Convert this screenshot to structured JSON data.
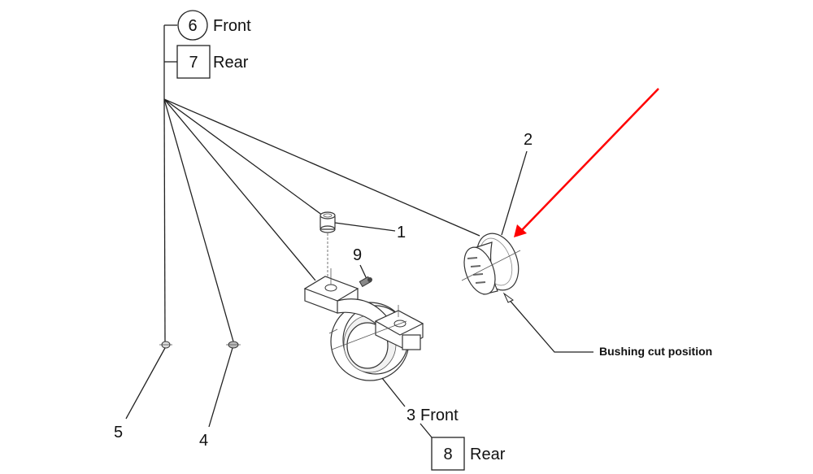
{
  "diagram": {
    "type": "exploded parts diagram",
    "callouts": [
      {
        "id": "6",
        "shape": "circle",
        "label": "Front"
      },
      {
        "id": "7",
        "shape": "square",
        "label": "Rear"
      },
      {
        "id": "1",
        "shape": "none",
        "label": ""
      },
      {
        "id": "2",
        "shape": "none",
        "label": ""
      },
      {
        "id": "9",
        "shape": "none",
        "label": ""
      },
      {
        "id": "3",
        "shape": "none",
        "label": "Front"
      },
      {
        "id": "8",
        "shape": "square",
        "label": "Rear"
      },
      {
        "id": "5",
        "shape": "none",
        "label": ""
      },
      {
        "id": "4",
        "shape": "none",
        "label": ""
      }
    ],
    "annotation": "Bushing cut  position",
    "highlight_color": "#ff0000",
    "parts": [
      "bushing-sleeve",
      "flanged-bushing",
      "connecting-rod-cap",
      "bolt",
      "nut-left",
      "nut-right"
    ]
  }
}
